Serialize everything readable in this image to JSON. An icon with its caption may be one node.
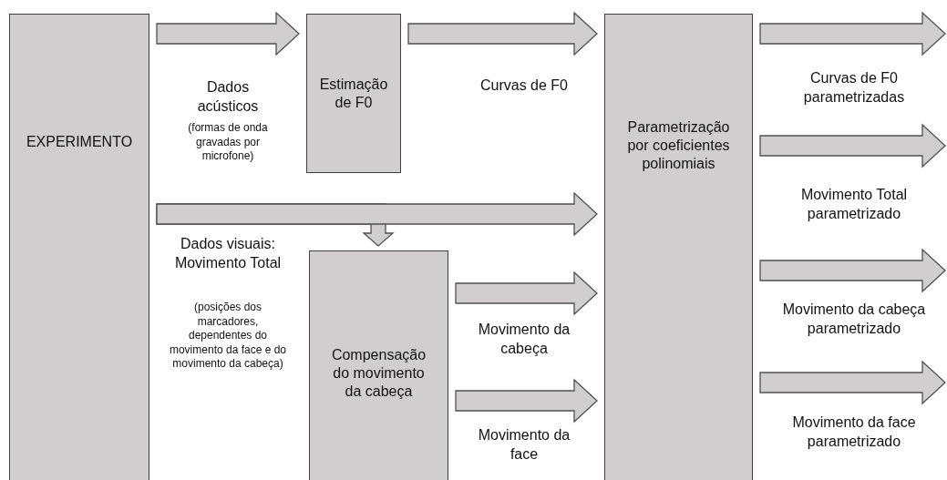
{
  "diagram": {
    "nodes": [
      {
        "text": [
          "EXPERIMENTO"
        ]
      },
      {
        "text": [
          "Estimação de F0"
        ]
      },
      {
        "text": [
          "Compensação do movimento da cabeça"
        ]
      },
      {
        "text": [
          "Parametrização por coeficientes polinomiais"
        ]
      }
    ],
    "edges": [
      {
        "from": 0,
        "to": 1,
        "arrow": "to",
        "label": "Dados acústicos"
      },
      {
        "from": 1,
        "to": 3,
        "arrow": "to",
        "label": "Curvas de F0"
      },
      {
        "from": 0,
        "to": 3,
        "arrow": "to"
      },
      {
        "from": 0,
        "to": 2,
        "arrow": "to",
        "label": "Dados visuais: Movimento Total"
      },
      {
        "from": 2,
        "to": 3,
        "arrow": "to",
        "label": "Movimento da cabeça"
      },
      {
        "from": 2,
        "to": 3,
        "arrow": "to",
        "label": "Movimento da face"
      },
      {
        "from": 3,
        "to": null,
        "arrow": "to",
        "label": "Curvas de F0 parametrizadas"
      },
      {
        "from": 3,
        "to": null,
        "arrow": "to",
        "label": "Movimento Total parametrizado"
      },
      {
        "from": 3,
        "to": null,
        "arrow": "to",
        "label": "Movimento da cabeça parametrizado"
      },
      {
        "from": 3,
        "to": null,
        "arrow": "to",
        "label": "Movimento da face parametrizado"
      }
    ],
    "labels": [
      "(formas de onda gravadas por microfone)",
      "(posições dos marcadores, dependentes do movimento da face e do movimento da cabeça)"
    ]
  }
}
